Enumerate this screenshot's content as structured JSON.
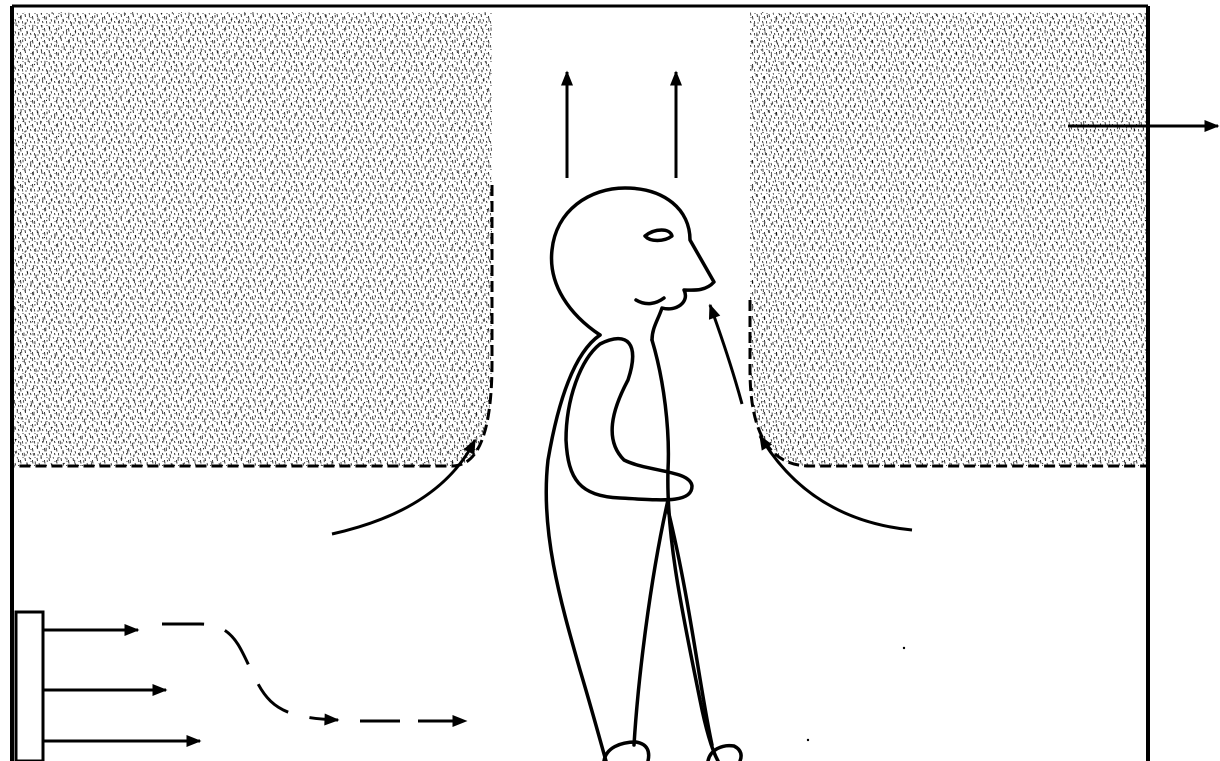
{
  "diagram": {
    "colors": {
      "ink": "#000000",
      "paper": "#ffffff"
    },
    "regions": [
      {
        "name": "stratified-warm-air-layer-left",
        "texture": "stipple"
      },
      {
        "name": "stratified-warm-air-layer-right",
        "texture": "stipple"
      },
      {
        "name": "thermal-plume-channel",
        "texture": "none"
      },
      {
        "name": "occupied-zone",
        "texture": "none"
      }
    ],
    "figures": [
      {
        "name": "standing-person"
      },
      {
        "name": "floor-supply-diffuser"
      }
    ],
    "flow_arrows": [
      {
        "name": "plume-upflow-arrow-left",
        "style": "solid"
      },
      {
        "name": "plume-upflow-arrow-right",
        "style": "solid"
      },
      {
        "name": "exhaust-outflow-arrow",
        "style": "solid"
      },
      {
        "name": "entrainment-arrow-left",
        "style": "solid"
      },
      {
        "name": "entrainment-arrow-right",
        "style": "solid"
      },
      {
        "name": "entrainment-arrow-face",
        "style": "solid"
      },
      {
        "name": "supply-jet-arrow-top",
        "style": "solid"
      },
      {
        "name": "supply-jet-arrow-middle",
        "style": "solid"
      },
      {
        "name": "supply-jet-arrow-bottom",
        "style": "solid"
      },
      {
        "name": "floor-spreading-flow",
        "style": "dashed"
      }
    ]
  }
}
